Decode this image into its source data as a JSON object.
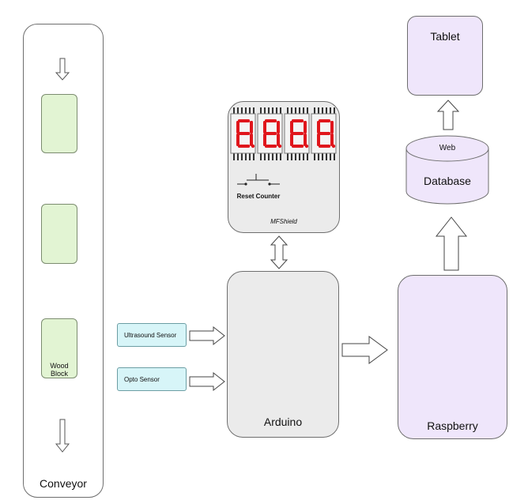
{
  "conveyor": {
    "label": "Conveyor",
    "block_label": "Wood Block"
  },
  "sensors": {
    "ultrasound": "Ultrasound Sensor",
    "opto": "Opto Sensor"
  },
  "shield": {
    "label": "MFShield",
    "reset_label": "Reset Counter",
    "display_digits": "8.8.8.8."
  },
  "arduino": {
    "label": "Arduino"
  },
  "raspberry": {
    "label": "Raspberry"
  },
  "database": {
    "label": "Database",
    "top_label": "Web"
  },
  "tablet": {
    "label": "Tablet"
  },
  "colors": {
    "block_fill": "#e2f4d3",
    "sensor_fill": "#d7f5f8",
    "device_fill": "#ebebeb",
    "server_fill": "#efe6fb",
    "led_red": "#e0161c"
  }
}
